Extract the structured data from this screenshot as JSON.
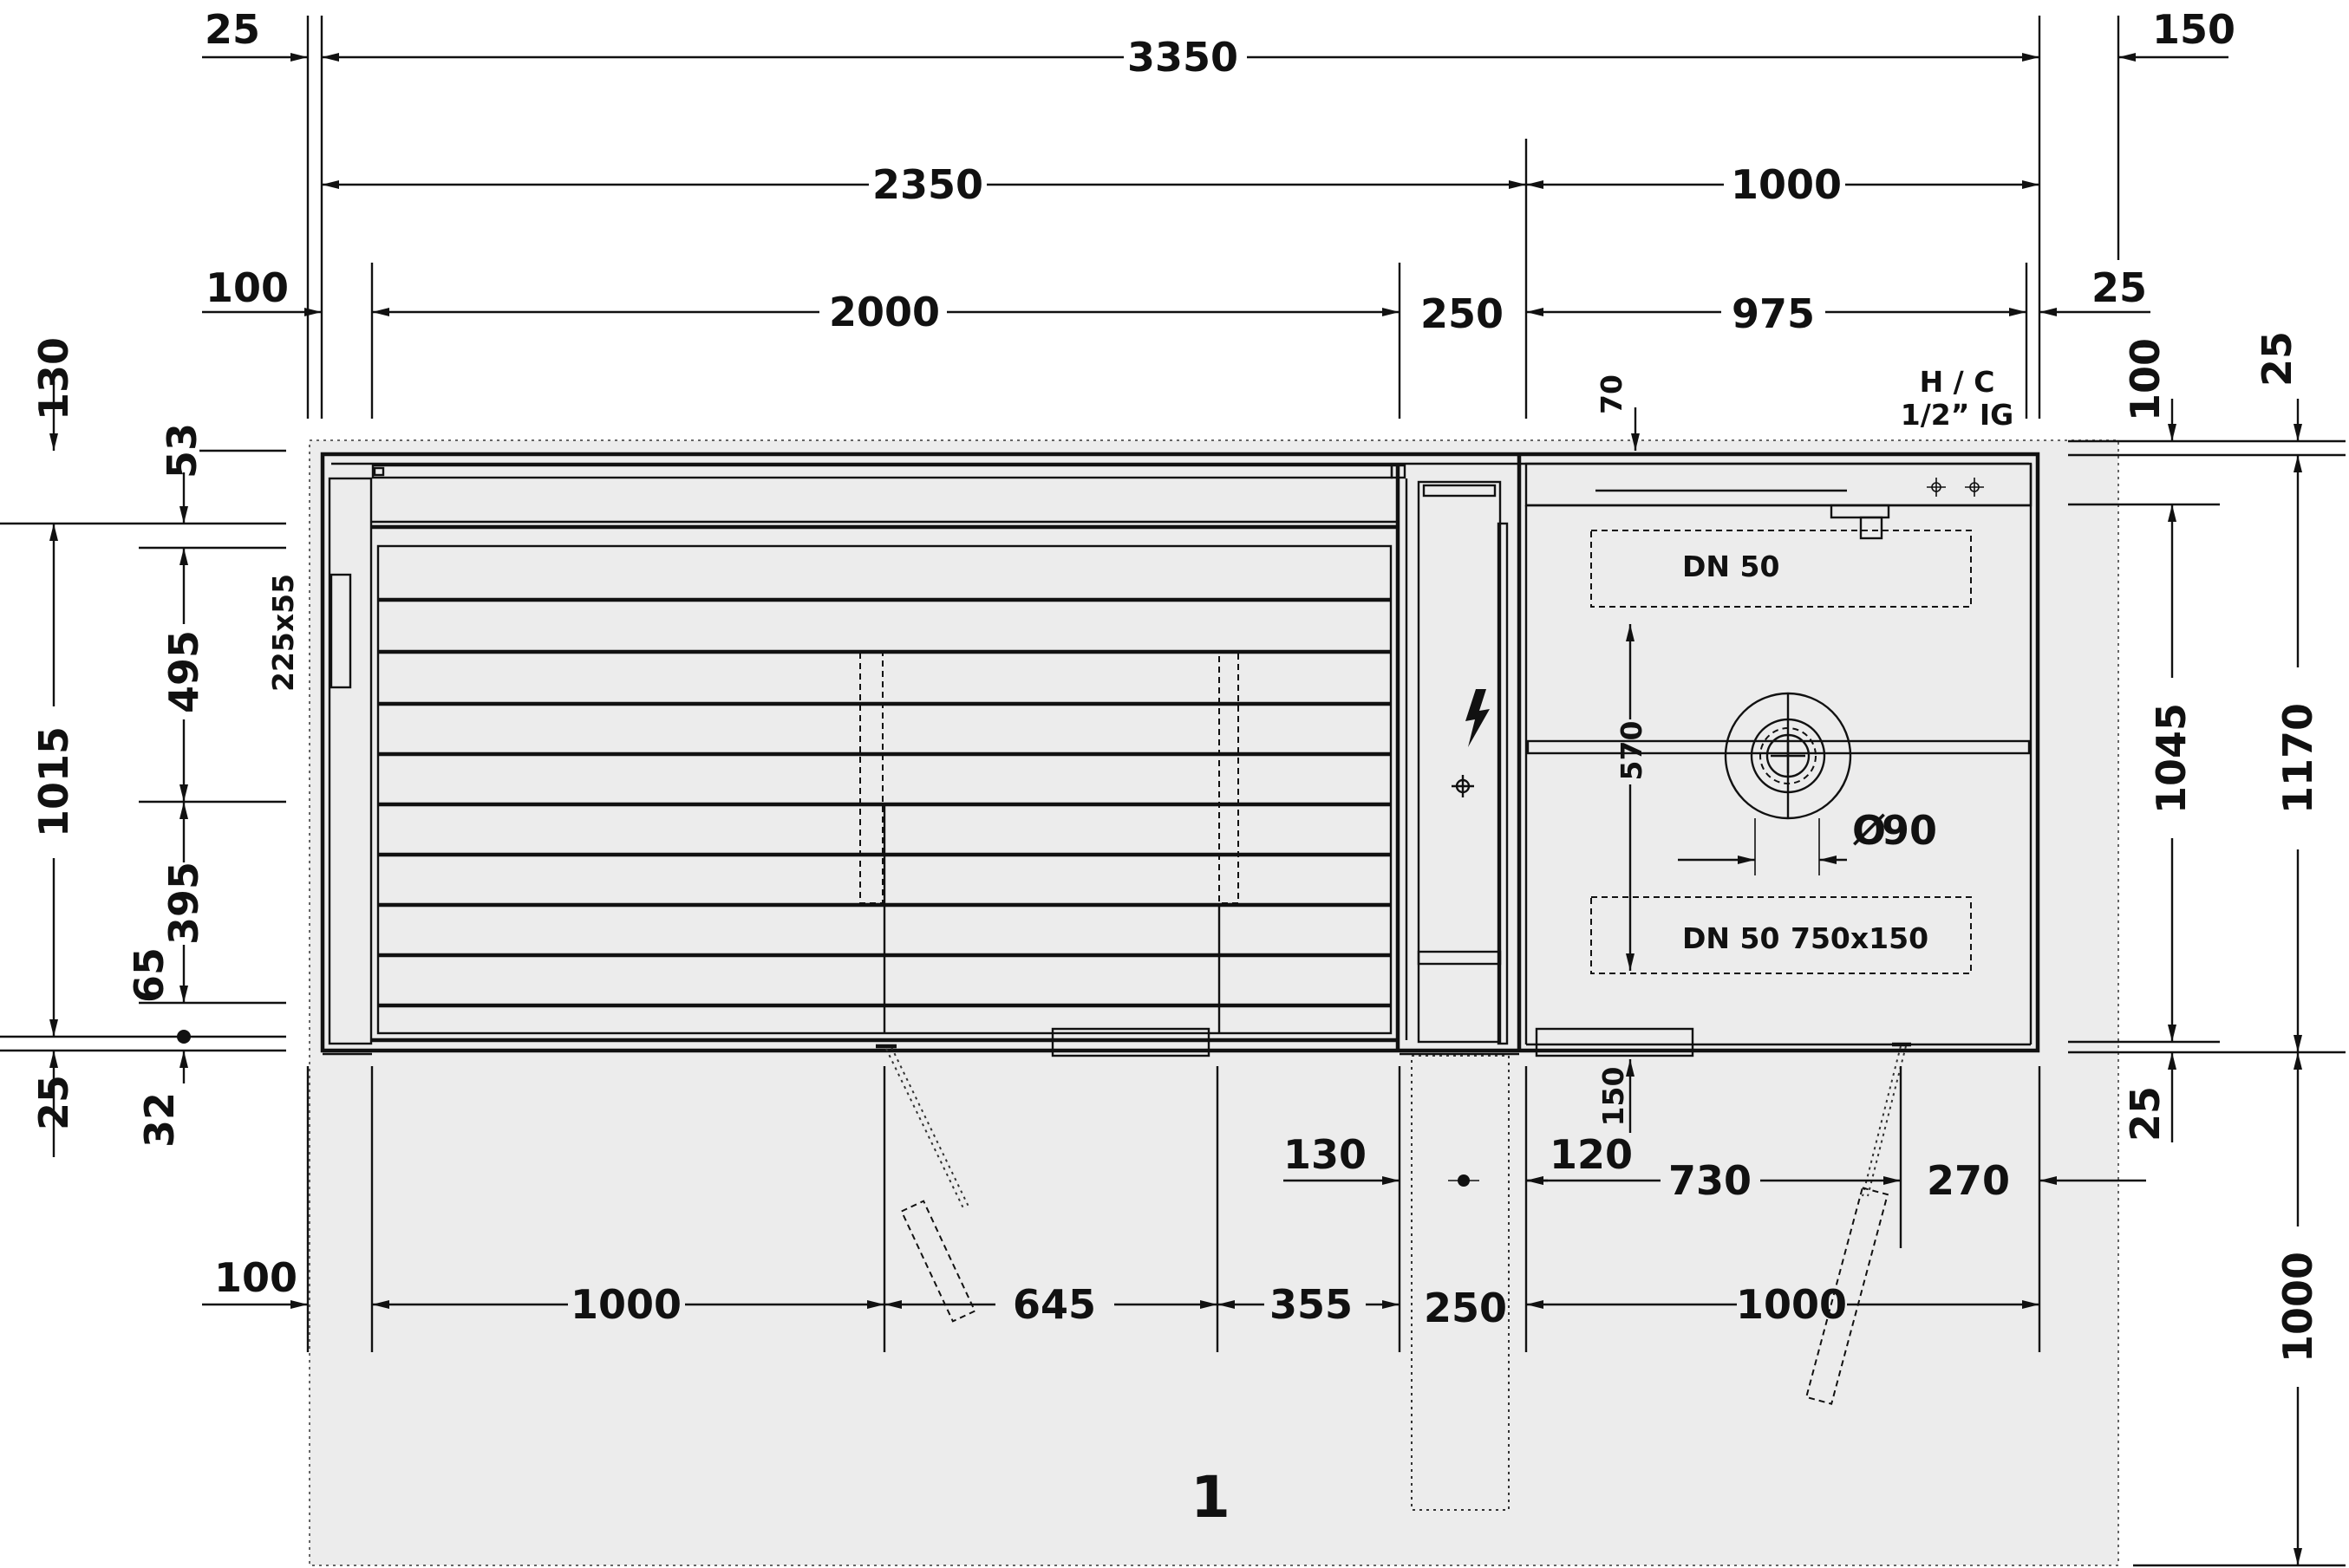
{
  "drawing": {
    "zone_number": "1",
    "dimensions": {
      "top_left_25": "25",
      "total_width": "3350",
      "right_150": "150",
      "width_2350": "2350",
      "width_1000_top": "1000",
      "left_100_top": "100",
      "width_2000": "2000",
      "width_250_top": "250",
      "width_975": "975",
      "right_25_top": "25",
      "left_130": "130",
      "left_53": "53",
      "left_1015": "1015",
      "left_495": "495",
      "left_395": "395",
      "left_65": "65",
      "left_25": "25",
      "left_32": "32",
      "right_100": "100",
      "right_25_small": "25",
      "right_1045": "1045",
      "right_1170": "1170",
      "right_25_bottom": "25",
      "right_1000": "1000",
      "drain_spacing_570": "570",
      "offset_70": "70",
      "offset_150": "150",
      "bottom_130": "130",
      "bottom_120": "120",
      "bottom_730": "730",
      "bottom_270": "270",
      "bottom_100": "100",
      "bottom_1000_left": "1000",
      "bottom_645": "645",
      "bottom_355": "355",
      "bottom_250": "250",
      "bottom_1000_right": "1000",
      "drain_diameter": "90"
    },
    "labels": {
      "hc": "H / C",
      "thread": "1/2” IG",
      "drain_upper": "DN 50",
      "drain_lower": "DN 50",
      "drain_lower_size": "750x150",
      "handle_size": "225x55",
      "diameter_symbol": "Ø"
    }
  }
}
